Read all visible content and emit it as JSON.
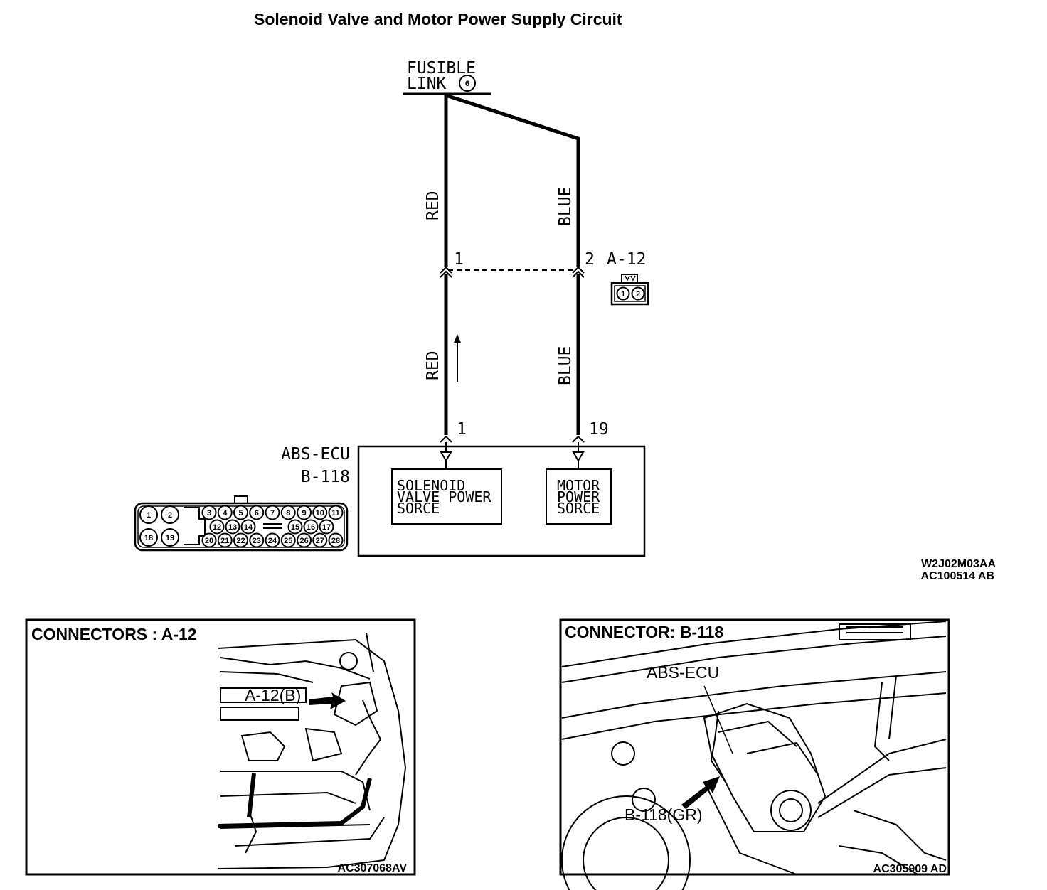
{
  "title": "Solenoid Valve and Motor Power Supply Circuit",
  "fusible_link": {
    "line1": "FUSIBLE",
    "line2": "LINK",
    "number": "6"
  },
  "wires": {
    "left_upper": "RED",
    "right_upper": "BLUE",
    "left_lower": "RED",
    "right_lower": "BLUE"
  },
  "connector_a12": {
    "label": "A-12",
    "pin_left": "1",
    "pin_right": "2",
    "face_pins": [
      "1",
      "2"
    ]
  },
  "ecu": {
    "name": "ABS-ECU",
    "connector": "B-118",
    "pin_left": "1",
    "pin_right": "19",
    "box_left": [
      "SOLENOID",
      "VALVE POWER",
      "SORCE"
    ],
    "box_right": [
      "MOTOR",
      "POWER",
      "SORCE"
    ]
  },
  "b118_face": {
    "left_top": [
      "1",
      "2"
    ],
    "left_bottom": [
      "18",
      "19"
    ],
    "row1": [
      "3",
      "4",
      "5",
      "6",
      "7",
      "8",
      "9",
      "10",
      "11"
    ],
    "row2": [
      "12",
      "13",
      "14",
      "15",
      "16",
      "17"
    ],
    "row3": [
      "20",
      "21",
      "22",
      "23",
      "24",
      "25",
      "26",
      "27",
      "28"
    ]
  },
  "codes": {
    "code1": "W2J02M03AA",
    "code2": "AC100514 AB"
  },
  "panel_left": {
    "title": "CONNECTORS : A-12",
    "callout": "A-12(B)",
    "code": "AC307068AV"
  },
  "panel_right": {
    "title": "CONNECTOR: B-118",
    "callout1": "ABS-ECU",
    "callout2": "B-118(GR)",
    "code": "AC305909 AD"
  }
}
